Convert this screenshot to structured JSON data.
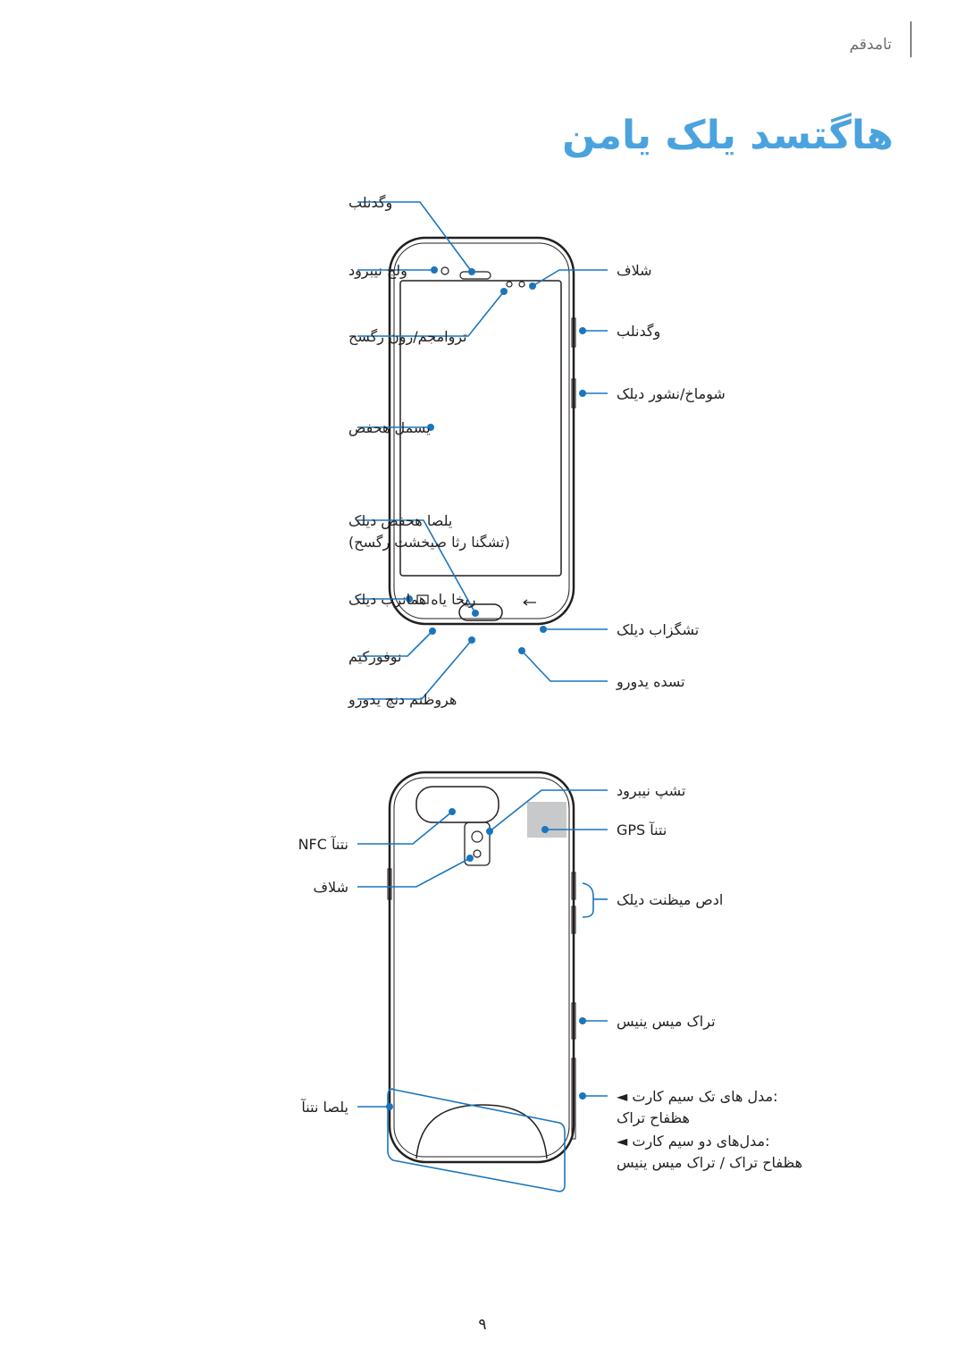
{
  "header": {
    "section": "تامدقم",
    "title": "هاگتسد یلک یامن"
  },
  "front": {
    "left_labels": {
      "proximity_sensor": "وگدنلب",
      "front_camera": "ولج نیبرود",
      "light_sensor": "تروامجم/رون رگسح",
      "touch_screen": "یسمل هحفص",
      "home_key_line1": "یلصا هحفص دیلک",
      "home_key_line2": "(تشگنا رثا صیخشت رگسح)",
      "recent_apps_key": "ریخا یاه همانرب دیلک",
      "microphone": "نوفورکیم",
      "multipurpose_jack": "هروظنم دنچ یدورو"
    },
    "right_labels": {
      "flash": "شلاف",
      "speaker": "وگدنلب",
      "power_key": "شوماخ/نشور دیلک",
      "back_key": "تشگزاب دیلک",
      "headset_jack": "تسده یدورو"
    }
  },
  "back": {
    "left_labels": {
      "nfc_antenna": "NFC نتنآ",
      "flash": "شلاف",
      "main_antenna": "یلصا نتنآ"
    },
    "right_labels": {
      "rear_camera": "تشپ نیبرود",
      "gps_antenna": "GPS نتنآ",
      "volume_key": "ادص میظنت دیلک",
      "sim_tray": "تراک میس ینیس",
      "single_sim_line1": "◄ مدل های تک سیم کارت:",
      "single_sim_line2": "هظفاح تراک",
      "dual_sim_line1": "◄ مدل‌های دو سیم کارت:",
      "dual_sim_line2": "هظفاح تراک / تراک میس ینیس"
    }
  },
  "page_number": "۹",
  "colors": {
    "accent": "#4aa3df",
    "callout": "#1b75bc",
    "outline": "#231f20",
    "gps_region": "#c8c9cb"
  }
}
